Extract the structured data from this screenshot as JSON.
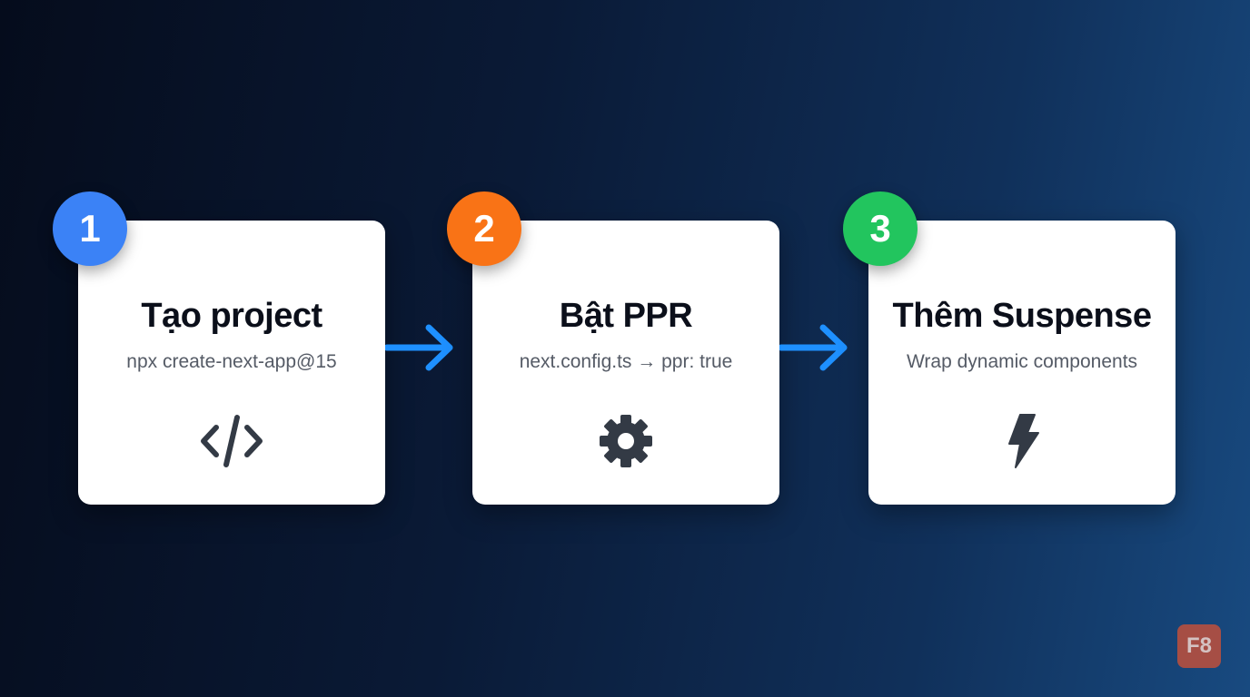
{
  "steps": [
    {
      "number": "1",
      "title": "Tạo project",
      "subtitle": "npx create-next-app@15",
      "icon": "code-icon",
      "badge_color": "#3b82f6"
    },
    {
      "number": "2",
      "title": "Bật PPR",
      "subtitle": "next.config.ts → ppr: true",
      "icon": "gear-icon",
      "badge_color": "#f97316"
    },
    {
      "number": "3",
      "title": "Thêm Suspense",
      "subtitle": "Wrap dynamic components",
      "icon": "lightning-icon",
      "badge_color": "#22c55e"
    }
  ],
  "arrow_color": "#1e90ff",
  "icon_color": "#333a45",
  "logo": {
    "text": "F8"
  }
}
